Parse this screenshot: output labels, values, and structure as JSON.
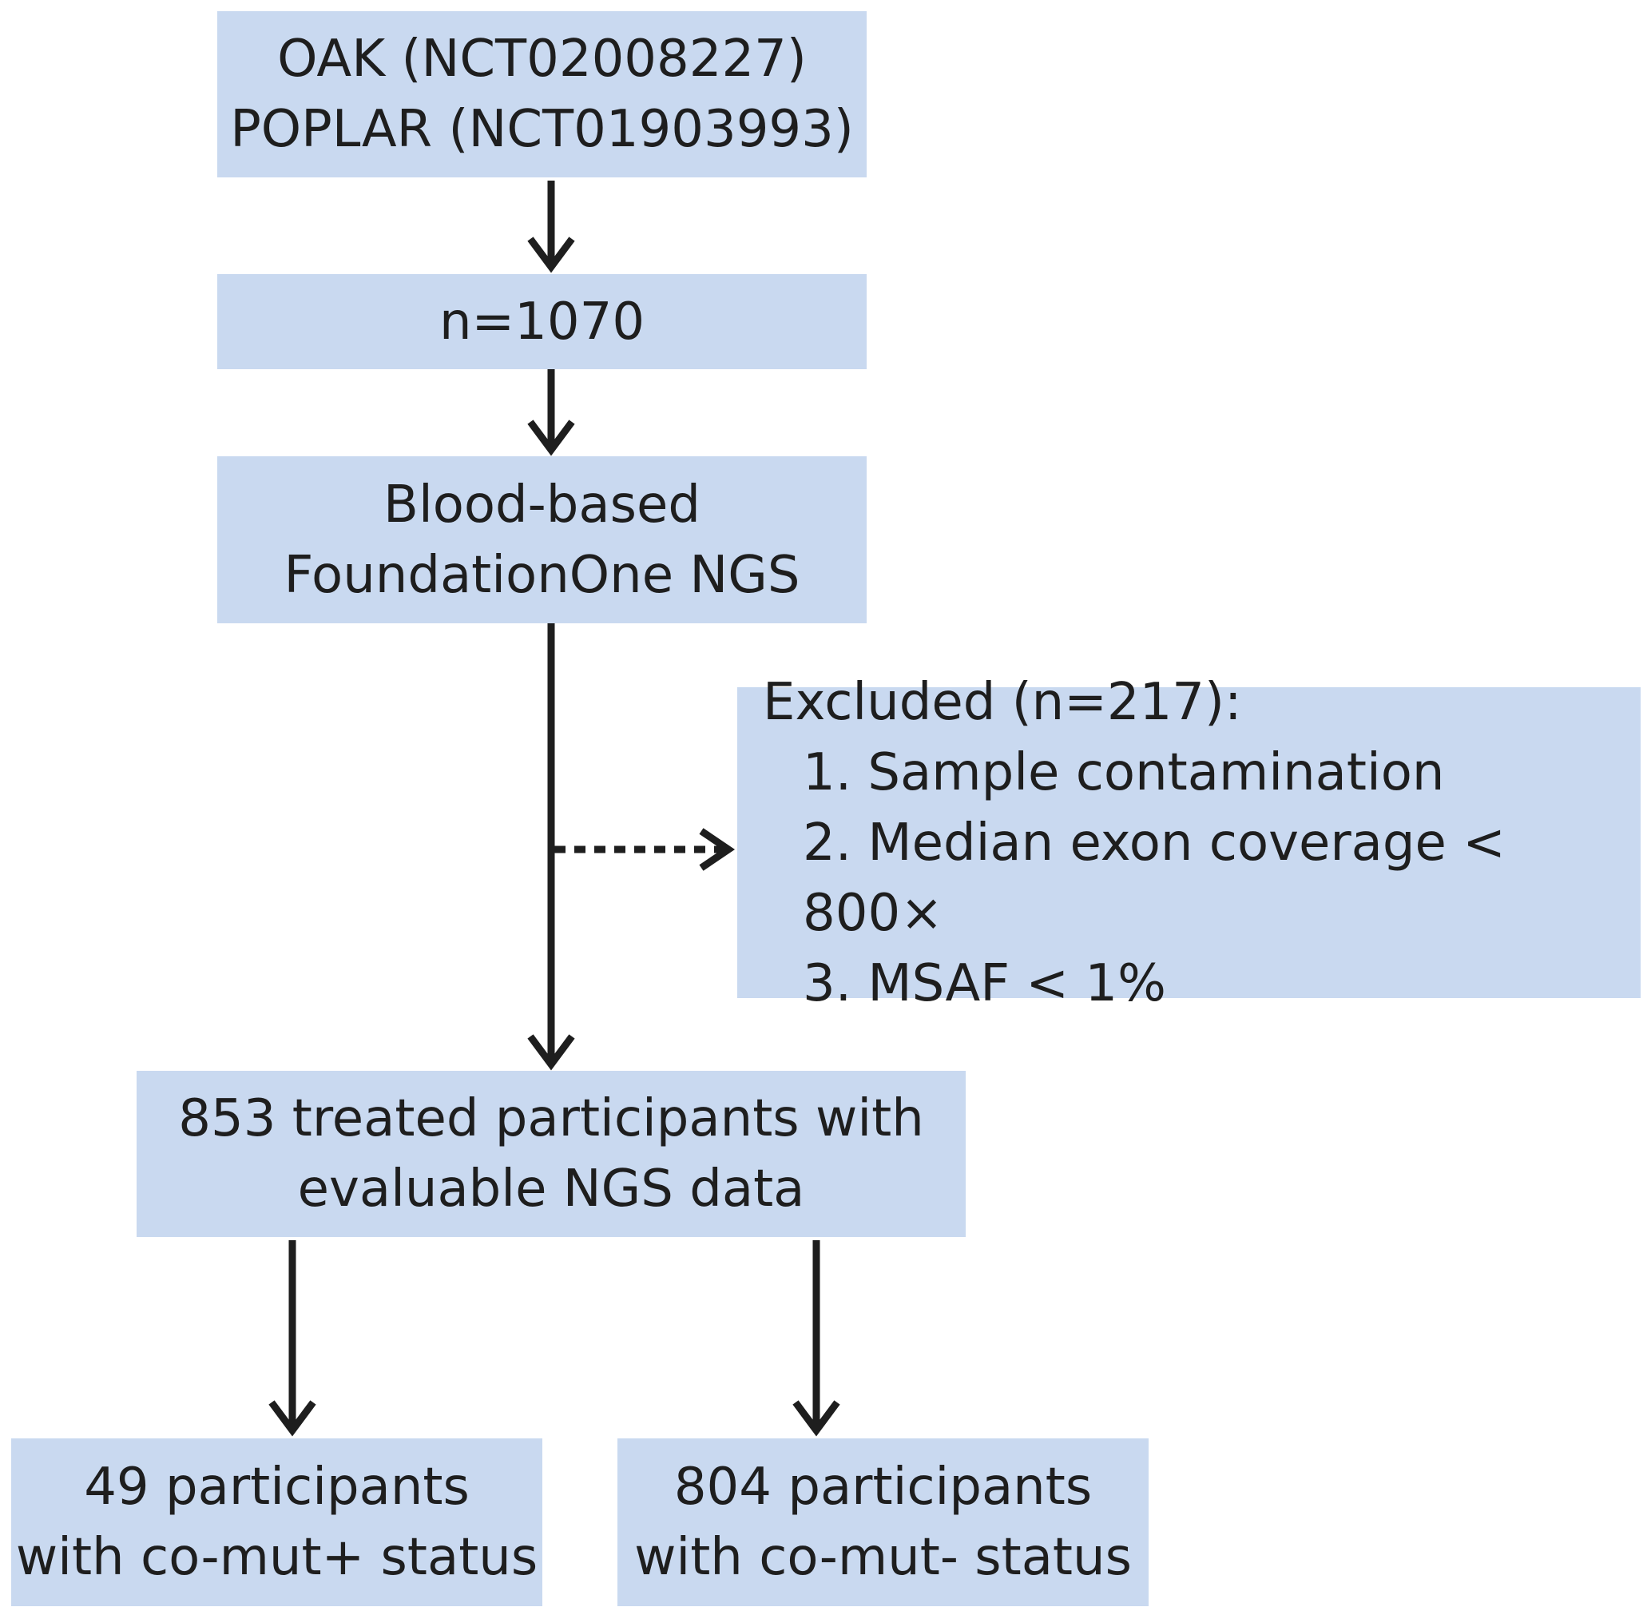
{
  "nodes": {
    "source": {
      "lines": [
        "OAK (NCT02008227)",
        "POPLAR (NCT01903993)"
      ]
    },
    "enrolled": {
      "text": "n=1070"
    },
    "sequencing": {
      "lines": [
        "Blood-based",
        "FoundationOne NGS"
      ]
    },
    "excluded": {
      "title": "Excluded (n=217):",
      "items": [
        "1. Sample contamination",
        "2. Median exon coverage < 800×",
        "3. MSAF < 1%"
      ]
    },
    "treated": {
      "lines": [
        "853 treated participants with",
        "evaluable NGS data"
      ]
    },
    "positive": {
      "lines": [
        "49 participants",
        "with co-mut+ status"
      ]
    },
    "negative": {
      "lines": [
        "804 participants",
        "with co-mut- status"
      ]
    }
  },
  "colors": {
    "box_fill": "#c9d9f0",
    "arrow": "#1e1e1e"
  }
}
